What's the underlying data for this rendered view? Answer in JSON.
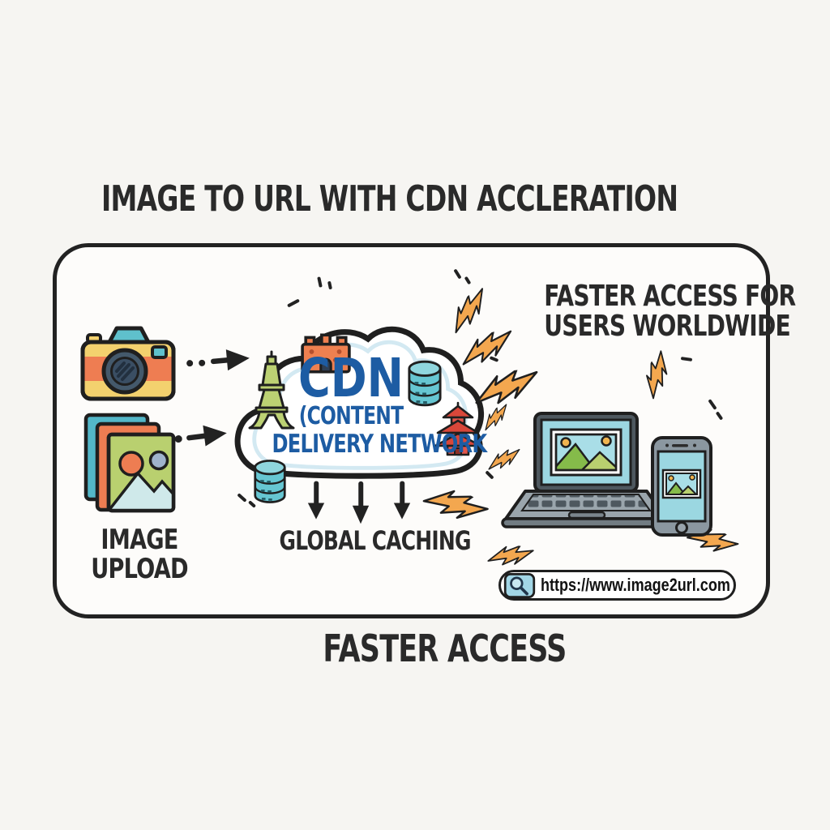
{
  "title": "IMAGE TO URL WITH CDN ACCLERATION",
  "footer": "FASTER ACCESS",
  "upload": {
    "label_line1": "IMAGE",
    "label_line2": "UPLOAD"
  },
  "cloud": {
    "acronym": "CDN",
    "sub_line1": "(CONTENT",
    "sub_line2": "DELIVERY NETWORK"
  },
  "caching": {
    "label": "GLOBAL CACHING"
  },
  "worldwide": {
    "line1": "FASTER ACCESS FOR",
    "line2": "USERS WORLDWIDE"
  },
  "url_bar": {
    "url": "https://www.image2url.com",
    "icon": "search-icon"
  },
  "icons": {
    "camera-icon": "camera",
    "photo-stack-icon": "layered-photos",
    "cloud-icon": "cloud",
    "castle-icon": "building-landmark",
    "eiffel-tower-icon": "paris-landmark",
    "pagoda-icon": "asia-landmark",
    "database-icon": "server-cylinder",
    "lightning-bolt-icon": "speed-bolt",
    "laptop-icon": "laptop-with-image",
    "smartphone-icon": "phone-with-image",
    "search-icon": "magnifier",
    "dotted-arrow-icon": "arrow-right",
    "down-arrow-icon": "arrow-down"
  },
  "colors": {
    "background": "#f6f5f2",
    "panel": "#fdfcfa",
    "ink": "#222222",
    "cdn_blue": "#1d5ca3",
    "teal": "#5fc0cc",
    "screen_blue": "#9bd7e1",
    "cloud_highlight": "#d3e9f2",
    "orange": "#ee7d52",
    "yellow": "#f3d16e",
    "bolt_orange": "#f3a74f",
    "green": "#b9d06f",
    "mountain_green": "#85bb4a",
    "pagoda_red": "#d9473a",
    "laptop_gray": "#9aa5ac",
    "frame_gray": "#4e585f"
  }
}
